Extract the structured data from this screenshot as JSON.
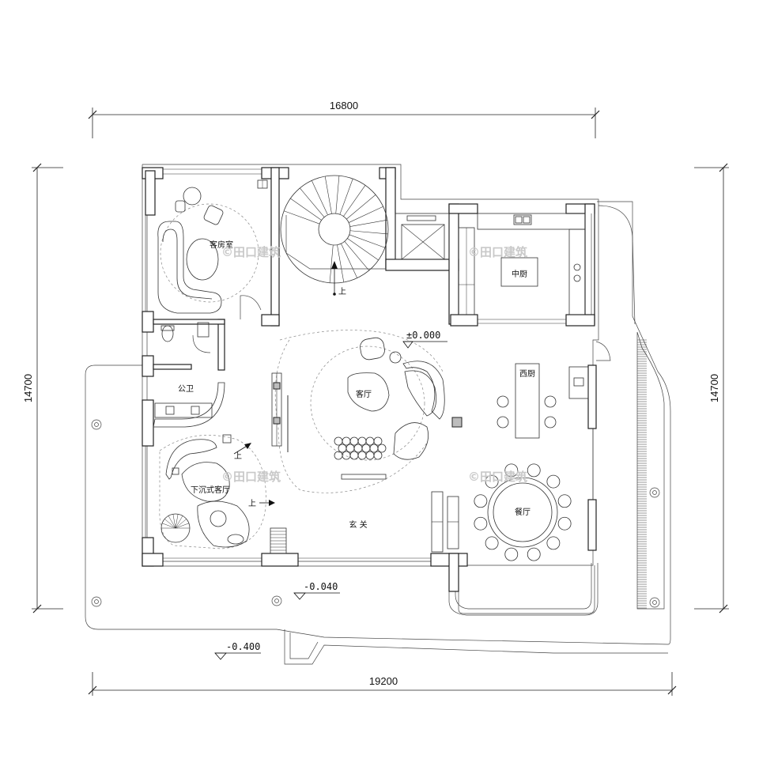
{
  "dimensions": {
    "top": "16800",
    "bottom": "19200",
    "left": "14700",
    "right": "14700"
  },
  "levels": {
    "main": "±0.000",
    "entry": "-0.040",
    "outdoor": "-0.400"
  },
  "rooms": {
    "guest_room": "客房室",
    "chinese_kitchen": "中厨",
    "western_kitchen": "西厨",
    "living_room": "客厅",
    "public_bath": "公卫",
    "sunken_living": "下沉式客厅",
    "foyer": "玄 关",
    "dining": "餐厅"
  },
  "stair_up": "上",
  "watermark": "©田口建筑"
}
